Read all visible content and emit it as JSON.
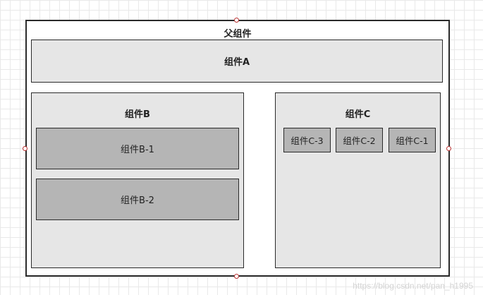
{
  "parent": {
    "title": "父组件"
  },
  "component_a": {
    "label": "组件A"
  },
  "component_b": {
    "label": "组件B",
    "children": [
      "组件B-1",
      "组件B-2"
    ]
  },
  "component_c": {
    "label": "组件C",
    "children": [
      "组件C-3",
      "组件C-2",
      "组件C-1"
    ]
  },
  "watermark": "https://blog.csdn.net/pan_h1995",
  "colors": {
    "background": "#ffffff",
    "grid": "#e9e9e9",
    "light_fill": "#e6e6e6",
    "dark_fill": "#b5b5b5",
    "border": "#2a2a2a",
    "handle": "#b33333"
  }
}
